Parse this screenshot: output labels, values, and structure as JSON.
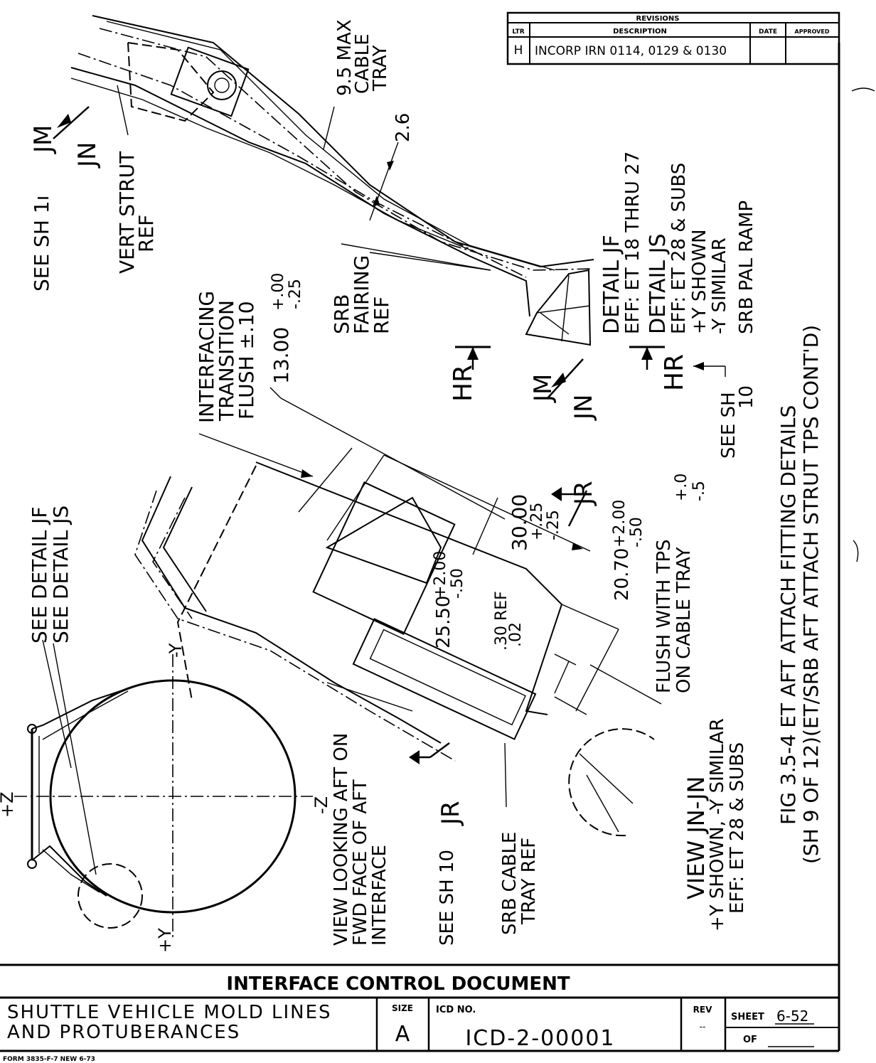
{
  "revisions": {
    "header": "REVISIONS",
    "col_ltr": "LTR",
    "col_description": "DESCRIPTION",
    "col_date": "DATE",
    "col_approved": "APPROVED",
    "rows": [
      {
        "ltr": "H",
        "description": "INCORP IRN 0114, 0129 & 0130",
        "date": "",
        "approved": ""
      }
    ]
  },
  "drawing": {
    "view_upper": {
      "see_sheet": "SEE SH 1ı",
      "vert_strut_1": "VERT STRUT",
      "vert_strut_2": "REF",
      "cable_tray_1": "9.5 MAX",
      "cable_tray_2": "CABLE",
      "cable_tray_3": "TRAY",
      "dim_2_6": "2.6",
      "srb_fairing_1": "SRB",
      "srb_fairing_2": "FAIRING",
      "srb_fairing_3": "REF",
      "detail_jf": "DETAIL JF",
      "detail_jf_eff": "EFF: ET 18 THRU 27",
      "detail_js": "DETAIL JS",
      "detail_js_eff": "EFF: ET 28 & SUBS",
      "plus_y_shown": "+Y SHOWN",
      "minus_y_similar": "-Y SIMILAR",
      "srb_pal_ramp": "SRB PAL RAMP",
      "see_sh_10_a": "SEE SH",
      "see_sh_10_b": "10",
      "section_hr": "HR",
      "section_jm": "JM",
      "section_jn": "JN"
    },
    "view_middle": {
      "interfacing_1": "INTERFACING",
      "interfacing_2": "TRANSITION",
      "interfacing_3": "FLUSH ±.10",
      "dim_13": "13.00",
      "dim_13_tol_plus": "+.00",
      "dim_13_tol_minus": "-.25",
      "dim_30": "30.00",
      "dim_30_tol_plus": "+.25",
      "dim_30_tol_minus": "-.25",
      "dim_25_50": "25.50",
      "dim_25_50_tol_plus": "+2.00",
      "dim_25_50_tol_minus": "-.50",
      "dim_20_70": "20.70",
      "dim_20_70_tol_plus": "+2.00",
      "dim_20_70_tol_minus": "-.50",
      "ref_30": ".30 REF",
      "ref_02": ".02",
      "flush_tps_1": "FLUSH WITH TPS",
      "flush_tps_2": "ON CABLE TRAY",
      "flush_tps_tol_plus": "+.0",
      "flush_tps_tol_minus": "-.5",
      "section_jr": "JR",
      "srb_cable_1": "SRB CABLE",
      "srb_cable_2": "TRAY REF",
      "view_jn_1": "VIEW JN-JN",
      "view_jn_2": "+Y SHOWN, -Y SIMILAR",
      "view_jn_3": "EFF: ET 28 & SUBS",
      "see_detail_jf": "SEE DETAIL JF",
      "see_detail_js": "SEE DETAIL JS"
    },
    "view_lower": {
      "axis_plus_z": "+Z",
      "axis_minus_z": "-Z",
      "axis_plus_y": "+Y",
      "axis_minus_y": "-Y",
      "view_looking_1": "VIEW LOOKING AFT ON",
      "view_looking_2": "FWD FACE OF AFT",
      "view_looking_3": "INTERFACE",
      "see_sh_10": "SEE SH 10"
    },
    "caption_1": "FIG 3.5-4 ET AFT ATTACH FITTING DETAILS",
    "caption_2": "(SH 9 OF 12)(ET/SRB AFT ATTACH STRUT TPS CONT'D)"
  },
  "title_block": {
    "header": "INTERFACE CONTROL DOCUMENT",
    "title_1": "SHUTTLE VEHICLE MOLD LINES",
    "title_2": "AND PROTUBERANCES",
    "size_label": "SIZE",
    "size_value": "A",
    "icd_label": "ICD NO.",
    "icd_value": "ICD-2-00001",
    "rev_label": "REV",
    "rev_value": "--",
    "sheet_label": "SHEET",
    "sheet_value": "6-52",
    "of_label": "OF",
    "of_value": ""
  },
  "form_number": "FORM 3835-F-7 NEW 6-73"
}
